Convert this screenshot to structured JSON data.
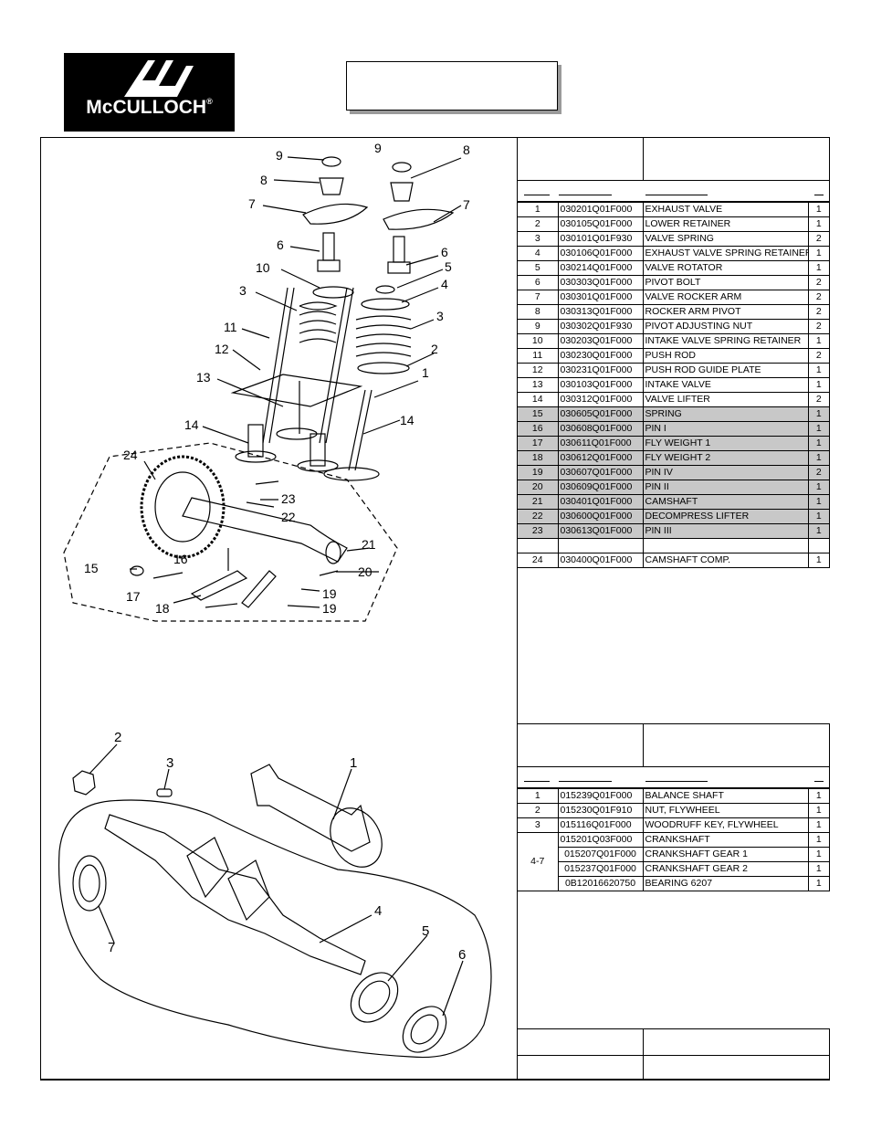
{
  "brand": {
    "logo_text": "McCULLOCH",
    "registered_mark": "®"
  },
  "upper": {
    "callouts": [
      "1",
      "2",
      "3",
      "4",
      "5",
      "6",
      "7",
      "8",
      "9",
      "10",
      "11",
      "12",
      "13",
      "14",
      "15",
      "16",
      "17",
      "18",
      "19",
      "20",
      "21",
      "22",
      "23",
      "24"
    ],
    "rows": [
      {
        "ref": "1",
        "part": "030201Q01F000",
        "desc": "EXHAUST VALVE",
        "qty": "1",
        "hl": false
      },
      {
        "ref": "2",
        "part": "030105Q01F000",
        "desc": "LOWER RETAINER",
        "qty": "1",
        "hl": false
      },
      {
        "ref": "3",
        "part": "030101Q01F930",
        "desc": "VALVE SPRING",
        "qty": "2",
        "hl": false
      },
      {
        "ref": "4",
        "part": "030106Q01F000",
        "desc": "EXHAUST VALVE SPRING RETAINER",
        "qty": "1",
        "hl": false
      },
      {
        "ref": "5",
        "part": "030214Q01F000",
        "desc": "VALVE ROTATOR",
        "qty": "1",
        "hl": false
      },
      {
        "ref": "6",
        "part": "030303Q01F000",
        "desc": "PIVOT BOLT",
        "qty": "2",
        "hl": false
      },
      {
        "ref": "7",
        "part": "030301Q01F000",
        "desc": "VALVE ROCKER ARM",
        "qty": "2",
        "hl": false
      },
      {
        "ref": "8",
        "part": "030313Q01F000",
        "desc": "ROCKER ARM PIVOT",
        "qty": "2",
        "hl": false
      },
      {
        "ref": "9",
        "part": "030302Q01F930",
        "desc": "PIVOT ADJUSTING NUT",
        "qty": "2",
        "hl": false
      },
      {
        "ref": "10",
        "part": "030203Q01F000",
        "desc": "INTAKE VALVE SPRING RETAINER",
        "qty": "1",
        "hl": false
      },
      {
        "ref": "11",
        "part": "030230Q01F000",
        "desc": "PUSH ROD",
        "qty": "2",
        "hl": false
      },
      {
        "ref": "12",
        "part": "030231Q01F000",
        "desc": "PUSH ROD GUIDE PLATE",
        "qty": "1",
        "hl": false
      },
      {
        "ref": "13",
        "part": "030103Q01F000",
        "desc": "INTAKE VALVE",
        "qty": "1",
        "hl": false
      },
      {
        "ref": "14",
        "part": "030312Q01F000",
        "desc": "VALVE LIFTER",
        "qty": "2",
        "hl": false
      },
      {
        "ref": "15",
        "part": "030605Q01F000",
        "desc": "SPRING",
        "qty": "1",
        "hl": true
      },
      {
        "ref": "16",
        "part": "030608Q01F000",
        "desc": "PIN I",
        "qty": "1",
        "hl": true
      },
      {
        "ref": "17",
        "part": "030611Q01F000",
        "desc": "FLY WEIGHT 1",
        "qty": "1",
        "hl": true
      },
      {
        "ref": "18",
        "part": "030612Q01F000",
        "desc": "FLY WEIGHT 2",
        "qty": "1",
        "hl": true
      },
      {
        "ref": "19",
        "part": "030607Q01F000",
        "desc": "PIN IV",
        "qty": "2",
        "hl": true
      },
      {
        "ref": "20",
        "part": "030609Q01F000",
        "desc": "PIN II",
        "qty": "1",
        "hl": true
      },
      {
        "ref": "21",
        "part": "030401Q01F000",
        "desc": "CAMSHAFT",
        "qty": "1",
        "hl": true
      },
      {
        "ref": "22",
        "part": "030600Q01F000",
        "desc": "DECOMPRESS LIFTER",
        "qty": "1",
        "hl": true
      },
      {
        "ref": "23",
        "part": "030613Q01F000",
        "desc": "PIN III",
        "qty": "1",
        "hl": true
      }
    ],
    "assembly_row": {
      "ref": "24",
      "part": "030400Q01F000",
      "desc": "CAMSHAFT COMP.",
      "qty": "1"
    }
  },
  "lower": {
    "callouts": [
      "1",
      "2",
      "3",
      "4",
      "5",
      "6",
      "7"
    ],
    "rows": [
      {
        "ref": "1",
        "part": "015239Q01F000",
        "desc": "BALANCE  SHAFT",
        "qty": "1"
      },
      {
        "ref": "2",
        "part": "015230Q01F910",
        "desc": "NUT, FLYWHEEL",
        "qty": "1"
      },
      {
        "ref": "3",
        "part": "015116Q01F000",
        "desc": "WOODRUFF KEY, FLYWHEEL",
        "qty": "1"
      }
    ],
    "group_ref": "4-7",
    "group_rows": [
      {
        "part": "015201Q03F000",
        "desc": "CRANKSHAFT",
        "qty": "1"
      },
      {
        "part": "015207Q01F000",
        "desc": "CRANKSHAFT GEAR 1",
        "qty": "1"
      },
      {
        "part": "015237Q01F000",
        "desc": "CRANKSHAFT GEAR 2",
        "qty": "1"
      },
      {
        "part": "0B12016620750",
        "desc": "BEARING 6207",
        "qty": "1"
      }
    ]
  }
}
